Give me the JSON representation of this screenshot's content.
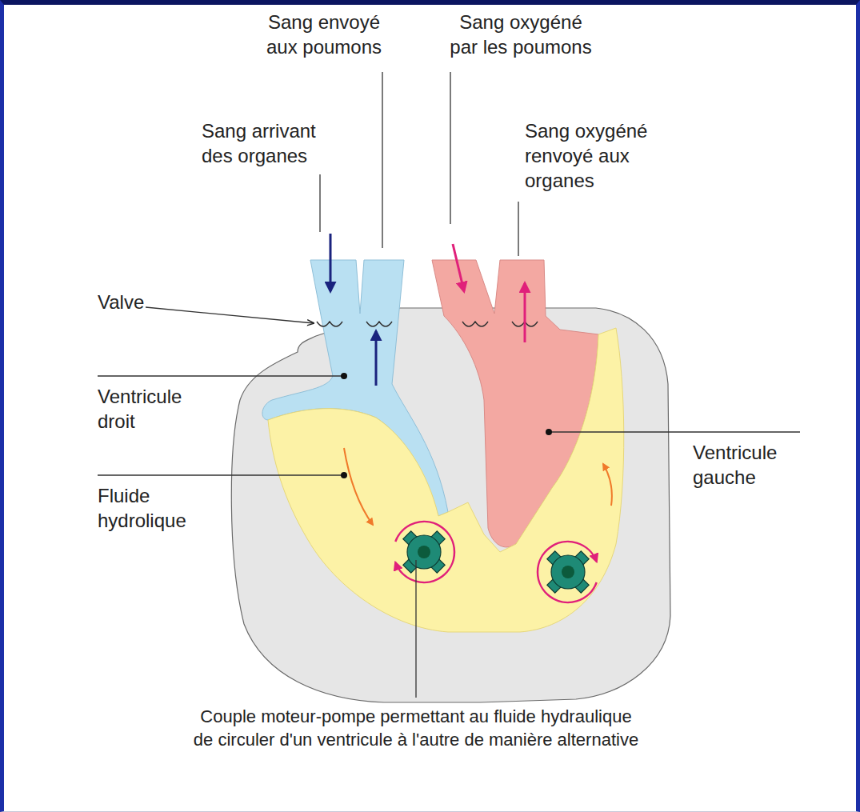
{
  "diagram": {
    "labels": [
      "Sang envoyé aux poumons",
      "Sang oxygéné par les poumons",
      "Sang arrivant des organes",
      "Sang oxygéné renvoyé aux organes",
      "Valve",
      "Ventricule droit",
      "Fluide hydrolique",
      "Ventricule gauche",
      "Couple moteur-pompe permettant au fluide hydraulique de circuler d'un ventricule à l'autre de manière alternative"
    ]
  }
}
